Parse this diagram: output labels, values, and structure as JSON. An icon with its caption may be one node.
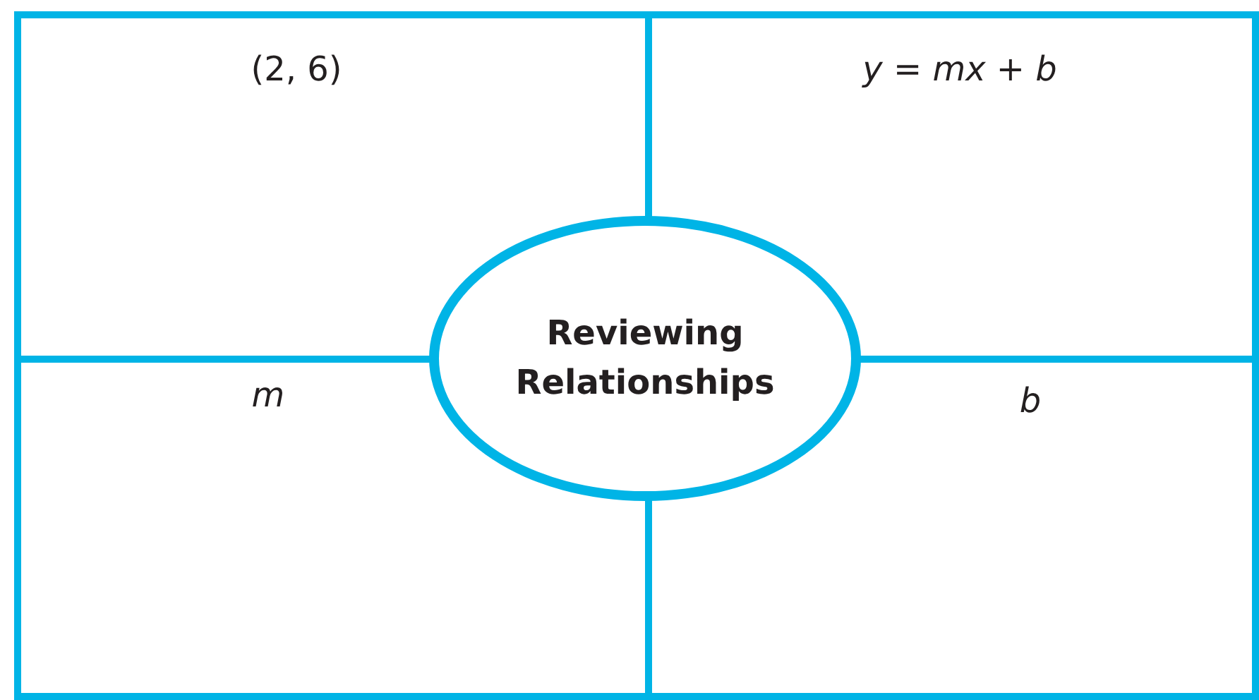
{
  "diagram": {
    "nodes": [
      {
        "text": [
          "(2, 6)"
        ]
      },
      {
        "text": [
          "*y* = *mx* + *b*"
        ]
      },
      {
        "text": [
          "m"
        ]
      },
      {
        "text": [
          "b"
        ]
      },
      {
        "text": [
          "Reviewing Relationships"
        ]
      }
    ]
  }
}
